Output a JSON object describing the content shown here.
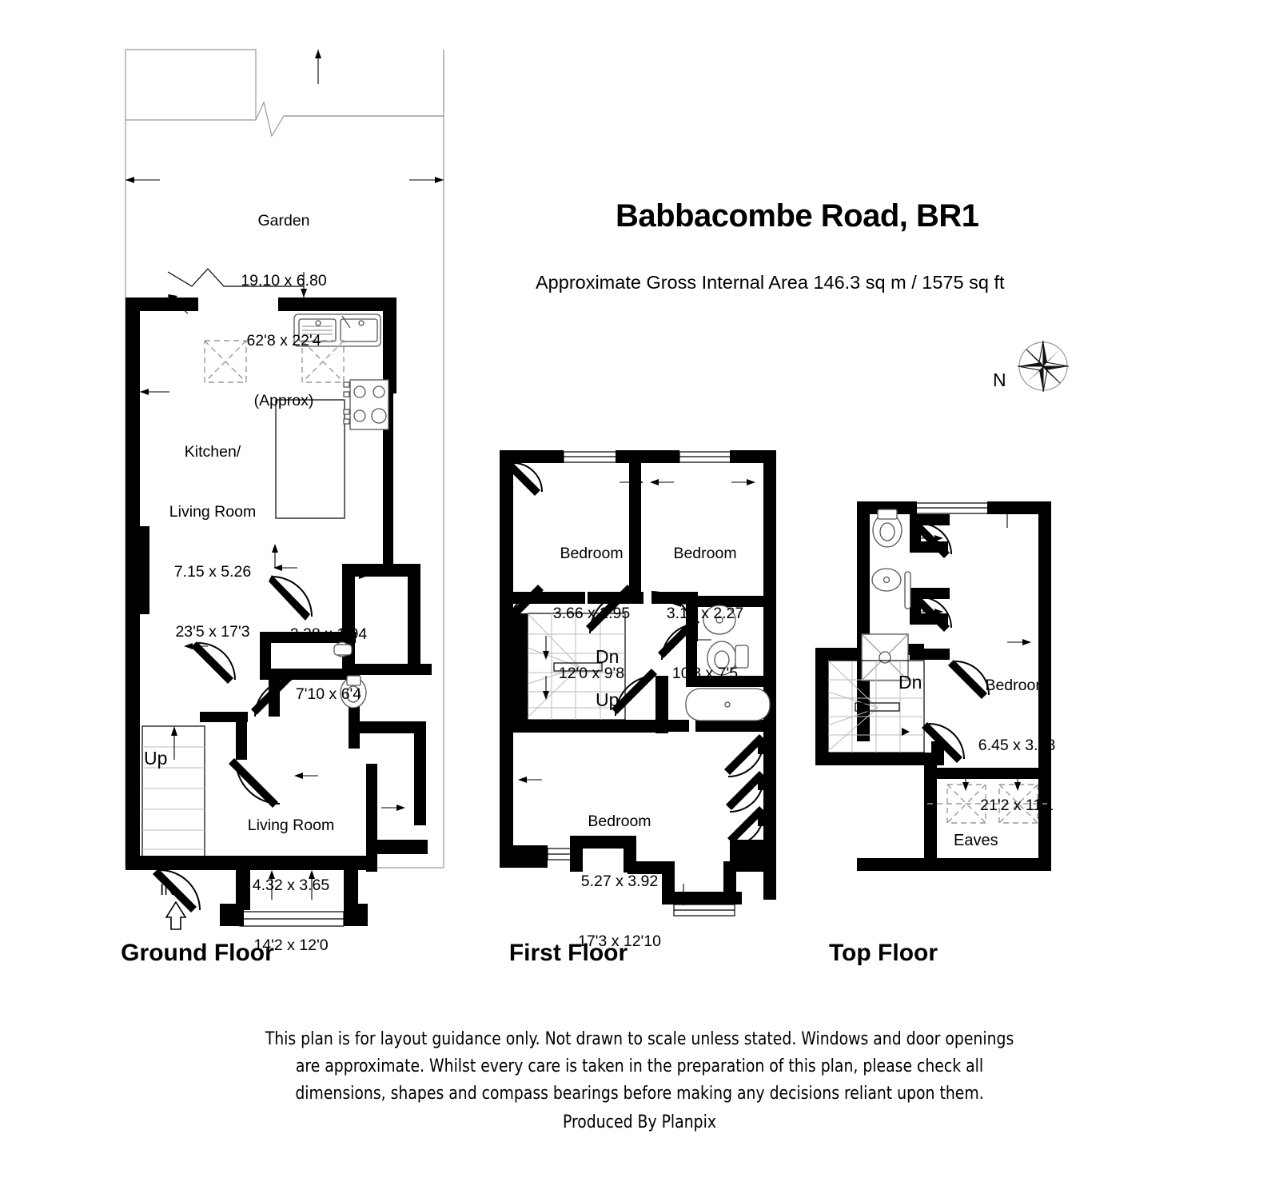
{
  "header": {
    "title": "Babbacombe Road, BR1",
    "area_line": "Approximate Gross Internal Area 146.3 sq m / 1575 sq ft"
  },
  "compass": {
    "label": "N",
    "icon": "compass-rose-icon"
  },
  "floors": [
    {
      "id": "ground",
      "title": "Ground Floor",
      "rooms": [
        {
          "name": "Garden",
          "metric": "19.10 x 6.80",
          "imperial": "62'8 x 22'4",
          "approx": "(Approx)"
        },
        {
          "name": "Kitchen/\nLiving Room",
          "name_line1": "Kitchen/",
          "name_line2": "Living Room",
          "metric": "7.15 x 5.26",
          "imperial": "23'5 x 17'3"
        },
        {
          "name": "",
          "metric": "2.38 x 1.94",
          "imperial": "7'10 x 6'4"
        },
        {
          "name": "Living Room",
          "metric": "4.32 x 3.65",
          "imperial": "14'2 x 12'0"
        }
      ],
      "markers": [
        {
          "label": "Up",
          "type": "stair-direction"
        },
        {
          "label": "IN",
          "type": "entrance"
        }
      ]
    },
    {
      "id": "first",
      "title": "First Floor",
      "rooms": [
        {
          "name": "Bedroom",
          "metric": "3.66 x 2.95",
          "imperial": "12'0 x 9'8"
        },
        {
          "name": "Bedroom",
          "metric": "3.13 x 2.27",
          "imperial": "10'3 x 7'5"
        },
        {
          "name": "Bedroom",
          "metric": "5.27 x 3.92",
          "imperial": "17'3 x 12'10"
        }
      ],
      "markers": [
        {
          "label": "Dn",
          "type": "stair-direction"
        },
        {
          "label": "Up",
          "type": "stair-direction"
        }
      ]
    },
    {
      "id": "top",
      "title": "Top Floor",
      "rooms": [
        {
          "name": "Bedroom",
          "metric": "6.45 x 3.38",
          "imperial": "21'2 x 11'1"
        }
      ],
      "markers": [
        {
          "label": "Dn",
          "type": "stair-direction"
        },
        {
          "label": "Eaves",
          "type": "area-note"
        }
      ]
    }
  ],
  "footer": {
    "line1": "This plan is for layout guidance only. Not drawn to scale unless stated. Windows and door openings",
    "line2": "are approximate. Whilst every care is taken in the preparation of this plan, please check all",
    "line3": "dimensions, shapes and compass bearings before making any decisions reliant upon them.",
    "producer": "Produced By Planpix"
  },
  "colors": {
    "wall": "#000000",
    "background": "#ffffff",
    "fixture_outline": "#555555",
    "boundary": "#999999"
  }
}
